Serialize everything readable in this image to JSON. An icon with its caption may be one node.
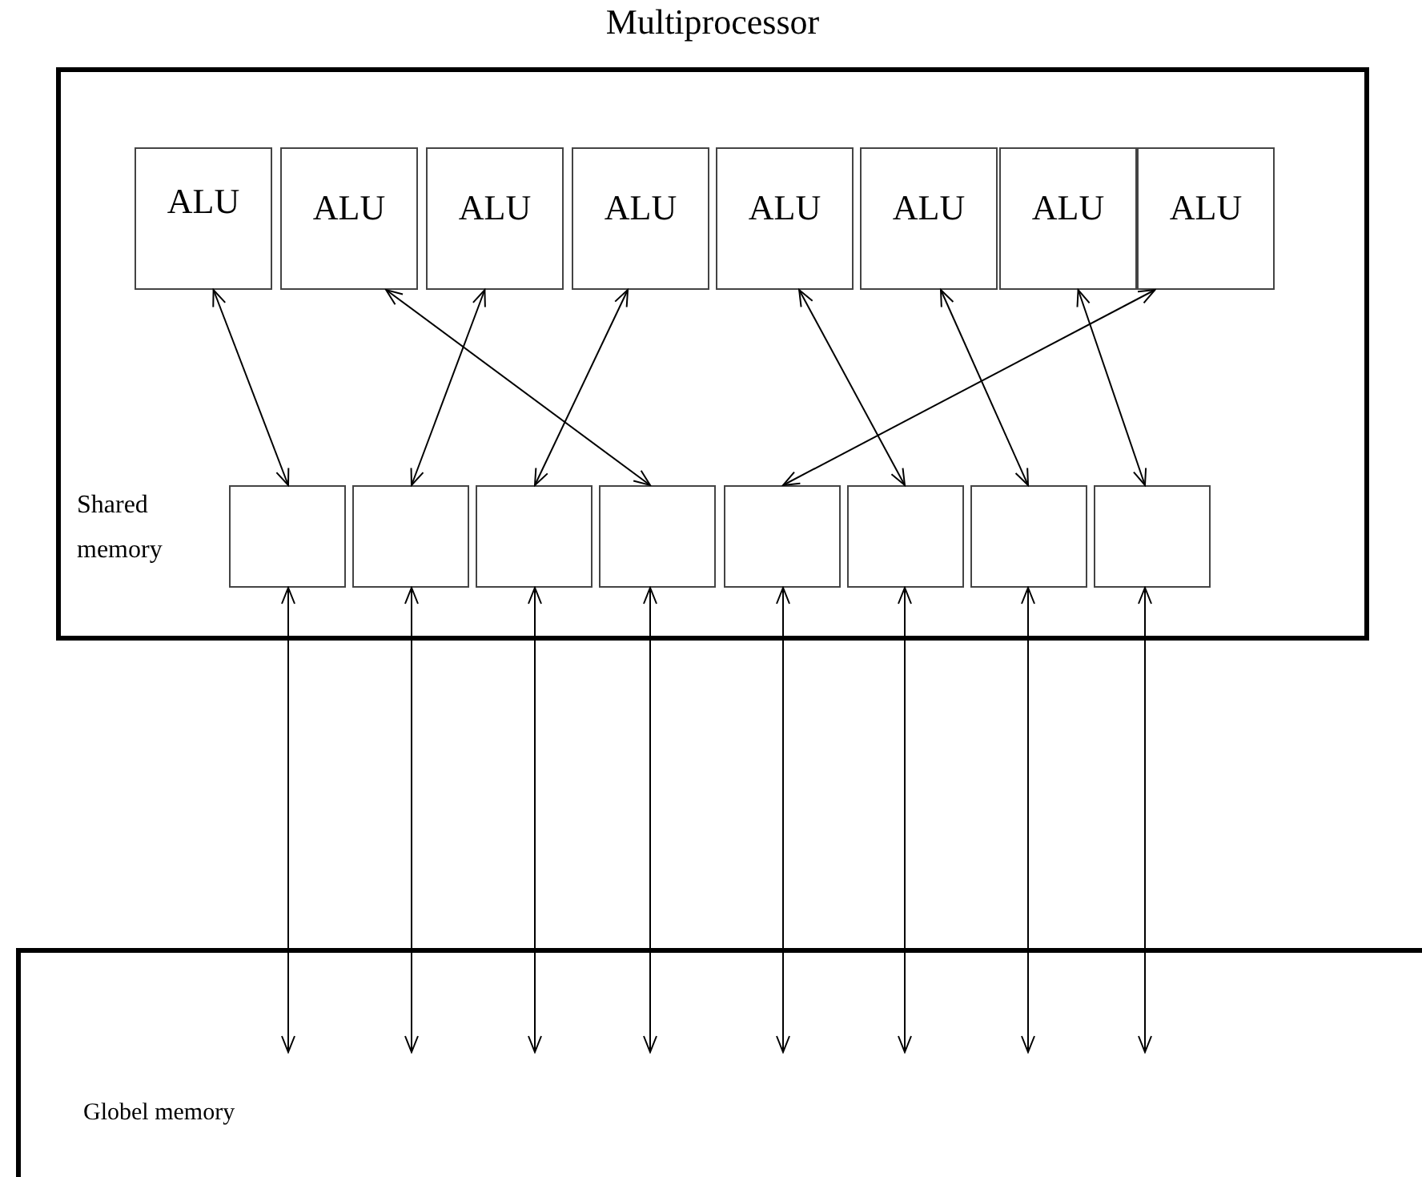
{
  "diagram": {
    "nodes": [
      {
        "text": [
          "Multiprocessor"
        ]
      },
      {
        "text": [
          "ALU"
        ],
        "in": 0
      },
      {
        "text": [
          "ALU"
        ],
        "in": 0
      },
      {
        "text": [
          "ALU"
        ],
        "in": 0
      },
      {
        "text": [
          "ALU"
        ],
        "in": 0
      },
      {
        "text": [
          "ALU"
        ],
        "in": 0
      },
      {
        "text": [
          "ALU"
        ],
        "in": 0
      },
      {
        "text": [
          "ALU"
        ],
        "in": 0
      },
      {
        "text": [
          "ALU"
        ],
        "in": 0
      },
      {
        "text": [],
        "shape": "box",
        "in": 0
      },
      {
        "text": [],
        "shape": "box",
        "in": 0
      },
      {
        "text": [],
        "shape": "box",
        "in": 0
      },
      {
        "text": [],
        "shape": "box",
        "in": 0
      },
      {
        "text": [],
        "shape": "box",
        "in": 0
      },
      {
        "text": [],
        "shape": "box",
        "in": 0
      },
      {
        "text": [],
        "shape": "box",
        "in": 0
      },
      {
        "text": [],
        "shape": "box",
        "in": 0
      },
      {
        "text": [
          "Globel memory"
        ]
      }
    ],
    "edges": [
      {
        "from": 1,
        "to": 9,
        "arrow": "both"
      },
      {
        "from": 2,
        "to": 12,
        "arrow": "both"
      },
      {
        "from": 3,
        "to": 10,
        "arrow": "both"
      },
      {
        "from": 4,
        "to": 11,
        "arrow": "both"
      },
      {
        "from": 5,
        "to": 14,
        "arrow": "both"
      },
      {
        "from": 6,
        "to": 15,
        "arrow": "both"
      },
      {
        "from": 7,
        "to": 16,
        "arrow": "both"
      },
      {
        "from": 8,
        "to": 13,
        "arrow": "both"
      },
      {
        "from": 9,
        "to": 17,
        "arrow": "both"
      },
      {
        "from": 10,
        "to": 17,
        "arrow": "both"
      },
      {
        "from": 11,
        "to": 17,
        "arrow": "both"
      },
      {
        "from": 12,
        "to": 17,
        "arrow": "both"
      },
      {
        "from": 13,
        "to": 17,
        "arrow": "both"
      },
      {
        "from": 14,
        "to": 17,
        "arrow": "both"
      },
      {
        "from": 15,
        "to": 17,
        "arrow": "both"
      },
      {
        "from": 16,
        "to": 17,
        "arrow": "both"
      }
    ],
    "labels": [
      "Shared memory"
    ]
  }
}
